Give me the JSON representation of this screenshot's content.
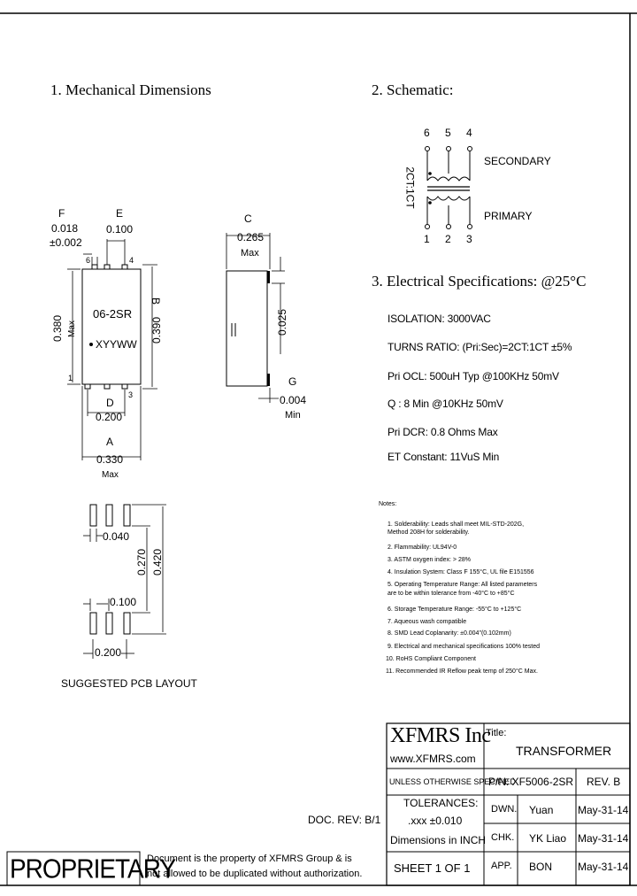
{
  "sections": {
    "mechanical": "1. Mechanical Dimensions",
    "schematic": "2. Schematic:",
    "electrical": "3. Electrical Specifications: @25°C"
  },
  "mechanical": {
    "F_letter": "F",
    "F_value": "0.018",
    "F_tol": "±0.002",
    "E_letter": "E",
    "E_value": "0.100",
    "pin6": "6",
    "pin4": "4",
    "pin1": "1",
    "pin3": "3",
    "part_marking": "06-2SR",
    "date_code": "XYYWW",
    "height_max_value": "0.380",
    "height_max_label": "Max",
    "B_letter": "B",
    "B_value": "0.390",
    "D_letter": "D",
    "D_value": "0.200",
    "A_letter": "A",
    "A_value": "0.330",
    "A_max": "Max",
    "C_letter": "C",
    "C_value": "0.265",
    "C_max": "Max",
    "side_dim": "0.025",
    "G_letter": "G",
    "G_value": "0.004",
    "G_min": "Min",
    "pcb_040": "0.040",
    "pcb_270": "0.270",
    "pcb_420": "0.420",
    "pcb_100": "0.100",
    "pcb_200": "0.200",
    "pcb_caption": "SUGGESTED PCB LAYOUT"
  },
  "schematic": {
    "top_pins": [
      "6",
      "5",
      "4"
    ],
    "bottom_pins": [
      "1",
      "2",
      "3"
    ],
    "ratio": "2CT:1CT",
    "secondary": "SECONDARY",
    "primary": "PRIMARY"
  },
  "specs": [
    "ISOLATION: 3000VAC",
    "TURNS RATIO: (Pri:Sec)=2CT:1CT ±5%",
    "Pri OCL: 500uH Typ @100KHz 50mV",
    "Q : 8 Min @10KHz 50mV",
    "Pri DCR: 0.8 Ohms Max",
    "ET Constant: 11VuS Min"
  ],
  "notes_title": "Notes:",
  "notes": [
    "1. Solderability: Leads shall meet MIL-STD-202G,",
    "    Method 208H for solderability.",
    "2. Flammability: UL94V-0",
    "3. ASTM oxygen index: > 28%",
    "4. Insulation System: Class F 155°C, UL file E151556",
    "5. Operating Temperature Range: All listed parameters",
    "    are to be within tolerance from -40°C to +85°C",
    "6. Storage Temperature Range: -55°C to +125°C",
    "7. Aqueous wash compatible",
    "8. SMD Lead Coplanarity: ±0.004\"(0.102mm)",
    "9. Electrical and mechanical specifications 100% tested",
    "10. RoHS Compliant Component",
    "11. Recommended IR Reflow peak temp of 250°C Max."
  ],
  "title_block": {
    "company": "XFMRS Inc",
    "website": "www.XFMRS.com",
    "title_label": "Title:",
    "title": "TRANSFORMER",
    "unless": "UNLESS OTHERWISE SPECIFIED",
    "pn": "P/N: XF5006-2SR",
    "rev": "REV. B",
    "tolerances": "TOLERANCES:",
    "tol_value": ".xxx ±0.010",
    "dwn_label": "DWN.",
    "dwn_name": "Yuan",
    "dwn_date": "May-31-14",
    "dims": "Dimensions in INCH",
    "chk_label": "CHK.",
    "chk_name": "YK Liao",
    "chk_date": "May-31-14",
    "sheet": "SHEET 1 OF 1",
    "app_label": "APP.",
    "app_name": "BON",
    "app_date": "May-31-14"
  },
  "doc_rev": "DOC. REV: B/1",
  "proprietary": "PROPRIETARY",
  "proprietary_text_1": "Document is the property of XFMRS Group & is",
  "proprietary_text_2": "not allowed to be duplicated without authorization."
}
